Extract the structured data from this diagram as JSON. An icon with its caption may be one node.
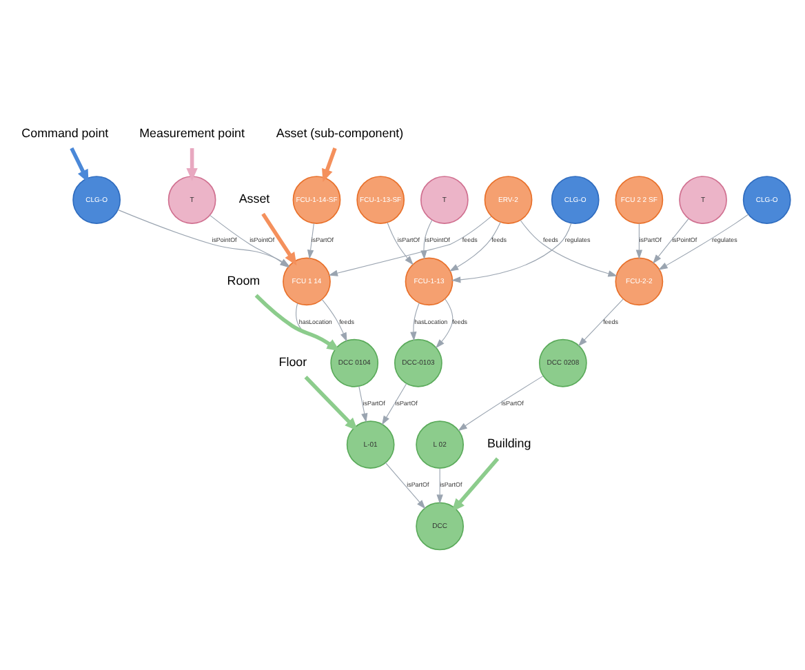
{
  "diagram": {
    "nodes": [
      {
        "text": [
          "Asset (sub-component)"
        ]
      },
      {
        "text": [
          "Command point"
        ]
      },
      {
        "text": [
          "Measurement point"
        ]
      },
      {
        "text": [
          "ERV-2"
        ]
      },
      {
        "text": [
          "FCU-1-14-SF"
        ]
      },
      {
        "text": [
          "CLG-O"
        ]
      },
      {
        "text": [
          "T"
        ]
      },
      {
        "text": [
          "FCU 1 14"
        ]
      },
      {
        "text": [
          "Asset"
        ]
      },
      {
        "text": [
          "FCU-1-13-SF"
        ]
      },
      {
        "text": [
          "FCU-1-13"
        ]
      },
      {
        "text": [
          "FCU 2 2 SF"
        ]
      },
      {
        "text": [
          "FCU-2-2"
        ]
      },
      {
        "text": [
          "T"
        ]
      },
      {
        "text": [
          "T"
        ]
      },
      {
        "text": [
          "CLG-O"
        ]
      },
      {
        "text": [
          "CLG-O"
        ]
      },
      {
        "text": [
          "DCC 0104"
        ]
      },
      {
        "text": [
          "DCC-0103"
        ]
      },
      {
        "text": [
          "DCC 0208"
        ]
      },
      {
        "text": [
          "Room"
        ]
      },
      {
        "text": [
          "L-01"
        ]
      },
      {
        "text": [
          "L 02"
        ]
      },
      {
        "text": [
          "Floor"
        ]
      },
      {
        "text": [
          "DCC"
        ]
      },
      {
        "text": [
          "Building"
        ]
      }
    ],
    "edges": [
      {
        "from": 4,
        "to": 7,
        "arrow": "to",
        "label": "isPartOf"
      },
      {
        "from": 5,
        "to": 7,
        "arrow": "to",
        "label": "isPointOf"
      },
      {
        "from": 6,
        "to": 7,
        "arrow": "to",
        "label": "isPointOf"
      },
      {
        "from": 3,
        "to": 7,
        "arrow": "to",
        "label": "feeds"
      },
      {
        "from": 3,
        "to": 10,
        "arrow": "to",
        "label": "feeds"
      },
      {
        "from": 3,
        "to": 12,
        "arrow": "to",
        "label": "feeds"
      },
      {
        "from": 9,
        "to": 10,
        "arrow": "to",
        "label": "isPartOf"
      },
      {
        "from": 13,
        "to": 10,
        "arrow": "to",
        "label": "isPointOf"
      },
      {
        "from": 15,
        "to": 10,
        "arrow": "to",
        "label": "regulates"
      },
      {
        "from": 11,
        "to": 12,
        "arrow": "to",
        "label": "isPartOf"
      },
      {
        "from": 14,
        "to": 12,
        "arrow": "to",
        "label": "isPointOf"
      },
      {
        "from": 16,
        "to": 12,
        "arrow": "to",
        "label": "regulates"
      },
      {
        "from": 7,
        "to": 17,
        "arrow": "to",
        "label": "feeds"
      },
      {
        "from": 7,
        "to": 17,
        "arrow": "to",
        "label": "hasLocation"
      },
      {
        "from": 10,
        "to": 18,
        "arrow": "to",
        "label": "feeds"
      },
      {
        "from": 10,
        "to": 18,
        "arrow": "to",
        "label": "hasLocation"
      },
      {
        "from": 12,
        "to": 19,
        "arrow": "to",
        "label": "feeds"
      },
      {
        "from": 17,
        "to": 21,
        "arrow": "to",
        "label": "isPartOf"
      },
      {
        "from": 18,
        "to": 21,
        "arrow": "to",
        "label": "isPartOf"
      },
      {
        "from": 19,
        "to": 22,
        "arrow": "to",
        "label": "isPartOf"
      },
      {
        "from": 21,
        "to": 24,
        "arrow": "to",
        "label": "isPartOf"
      },
      {
        "from": 22,
        "to": 24,
        "arrow": "to",
        "label": "isPartOf"
      },
      {
        "from": 0,
        "to": 4,
        "arrow": "to",
        "style": "thick",
        "color": "#f4905c"
      },
      {
        "from": 1,
        "to": 5,
        "arrow": "to",
        "style": "thick",
        "color": "#4a88d8"
      },
      {
        "from": 2,
        "to": 6,
        "arrow": "to",
        "style": "thick",
        "color": "#e8a8c0"
      },
      {
        "from": 8,
        "to": 7,
        "arrow": "to",
        "style": "thick",
        "color": "#f4905c"
      },
      {
        "from": 20,
        "to": 17,
        "arrow": "to",
        "style": "thick",
        "color": "#8ccc8c"
      },
      {
        "from": 23,
        "to": 21,
        "arrow": "to",
        "style": "thick",
        "color": "#8ccc8c"
      },
      {
        "from": 25,
        "to": 24,
        "arrow": "to",
        "style": "thick",
        "color": "#8ccc8c"
      }
    ]
  }
}
